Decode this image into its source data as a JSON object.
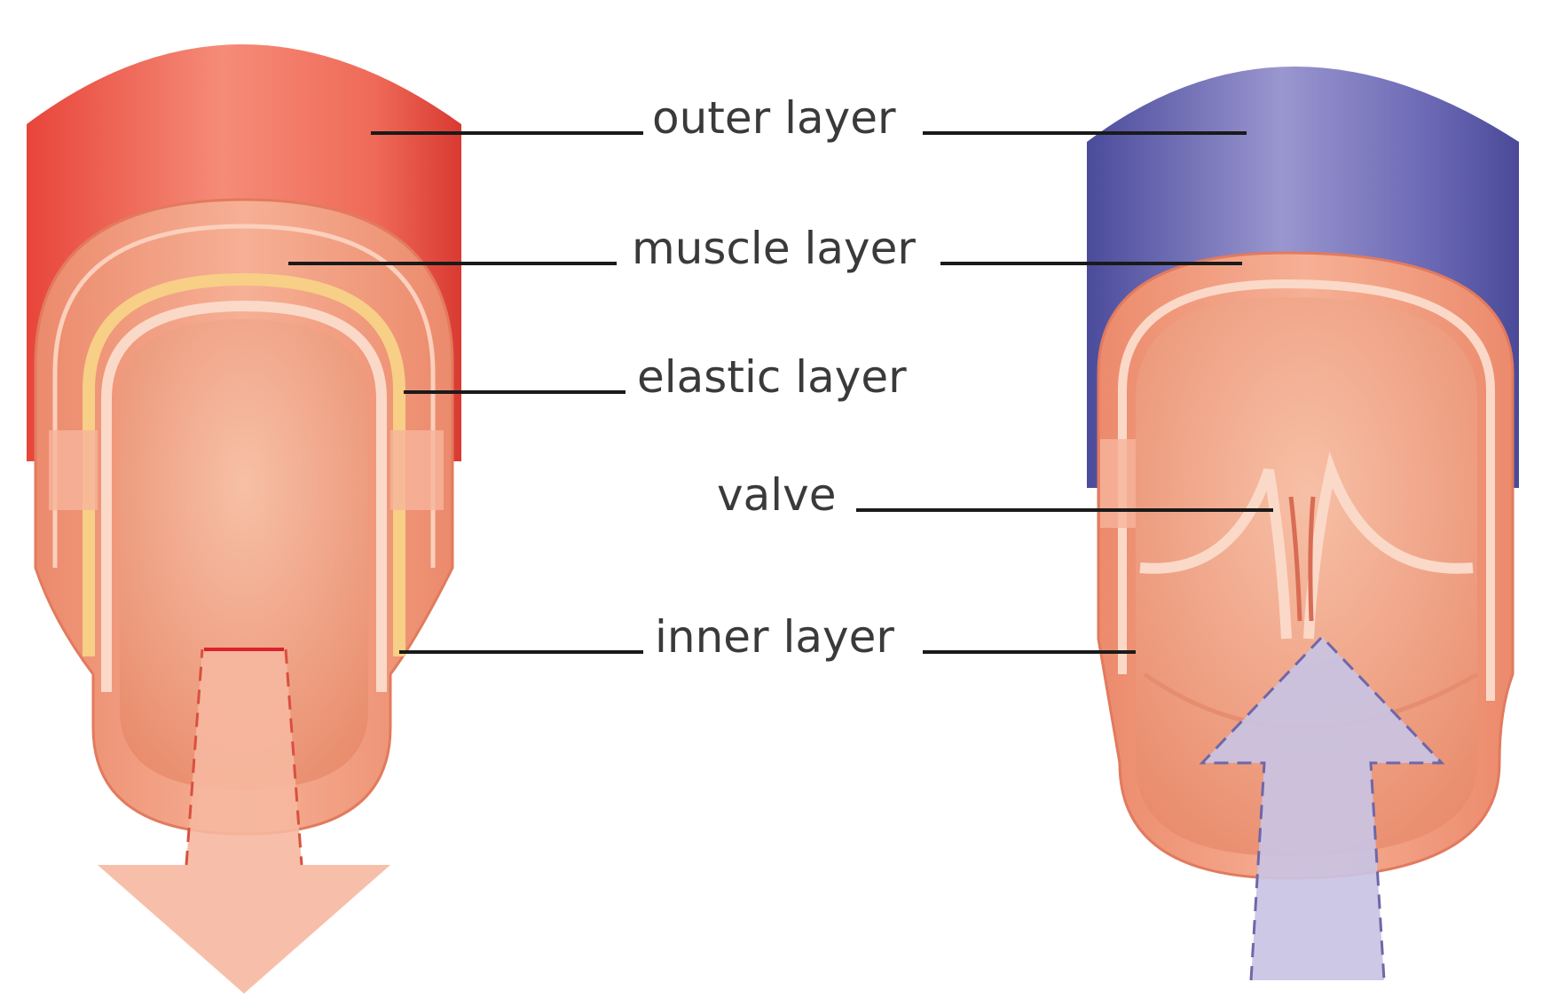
{
  "labels": {
    "outer": "outer layer",
    "muscle": "muscle layer",
    "elastic": "elastic layer",
    "valve": "valve",
    "inner": "inner layer"
  },
  "colors": {
    "artery_outer": "#e8453a",
    "vein_outer": "#5a5aa8",
    "muscle": "#f19a7c",
    "lumen": "#f0a487",
    "elastic": "#f7cf86",
    "artery_arrow": "#f6b8a0",
    "vein_arrow": "#c9c3e3",
    "leader_line": "#1a1a1a"
  }
}
